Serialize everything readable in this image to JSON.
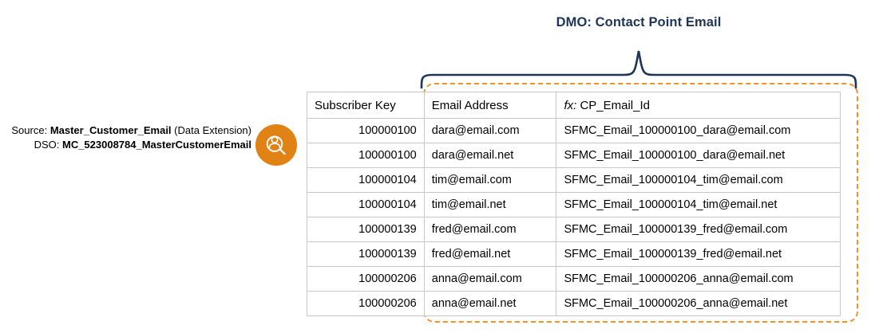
{
  "diagram": {
    "dmo_title": "DMO: Contact Point Email",
    "source": {
      "source_prefix": "Source:",
      "source_name": "Master_Customer_Email",
      "source_suffix": "(Data Extension)",
      "dso_prefix": "DSO:",
      "dso_name": "MC_523008784_MasterCustomerEmail",
      "icon": "identity-resolution-icon"
    },
    "colors": {
      "title_navy": "#1d3557",
      "brace_navy": "#1d3557",
      "highlight_orange": "#f3921f",
      "icon_orange": "#e08214",
      "grid_gray": "#c7c7c7"
    }
  },
  "table": {
    "columns": [
      {
        "label": "Subscriber Key",
        "fx": ""
      },
      {
        "label": "Email Address",
        "fx": ""
      },
      {
        "label": "CP_Email_Id",
        "fx": "fx:"
      }
    ],
    "rows": [
      {
        "subscriber_key": "100000100",
        "email_address": "dara@email.com",
        "cp_email_id": "SFMC_Email_100000100_dara@email.com"
      },
      {
        "subscriber_key": "100000100",
        "email_address": "dara@email.net",
        "cp_email_id": "SFMC_Email_100000100_dara@email.net"
      },
      {
        "subscriber_key": "100000104",
        "email_address": "tim@email.com",
        "cp_email_id": "SFMC_Email_100000104_tim@email.com"
      },
      {
        "subscriber_key": "100000104",
        "email_address": "tim@email.net",
        "cp_email_id": "SFMC_Email_100000104_tim@email.net"
      },
      {
        "subscriber_key": "100000139",
        "email_address": "fred@email.com",
        "cp_email_id": "SFMC_Email_100000139_fred@email.com"
      },
      {
        "subscriber_key": "100000139",
        "email_address": "fred@email.net",
        "cp_email_id": "SFMC_Email_100000139_fred@email.net"
      },
      {
        "subscriber_key": "100000206",
        "email_address": "anna@email.com",
        "cp_email_id": "SFMC_Email_100000206_anna@email.com"
      },
      {
        "subscriber_key": "100000206",
        "email_address": "anna@email.net",
        "cp_email_id": "SFMC_Email_100000206_anna@email.net"
      }
    ]
  }
}
